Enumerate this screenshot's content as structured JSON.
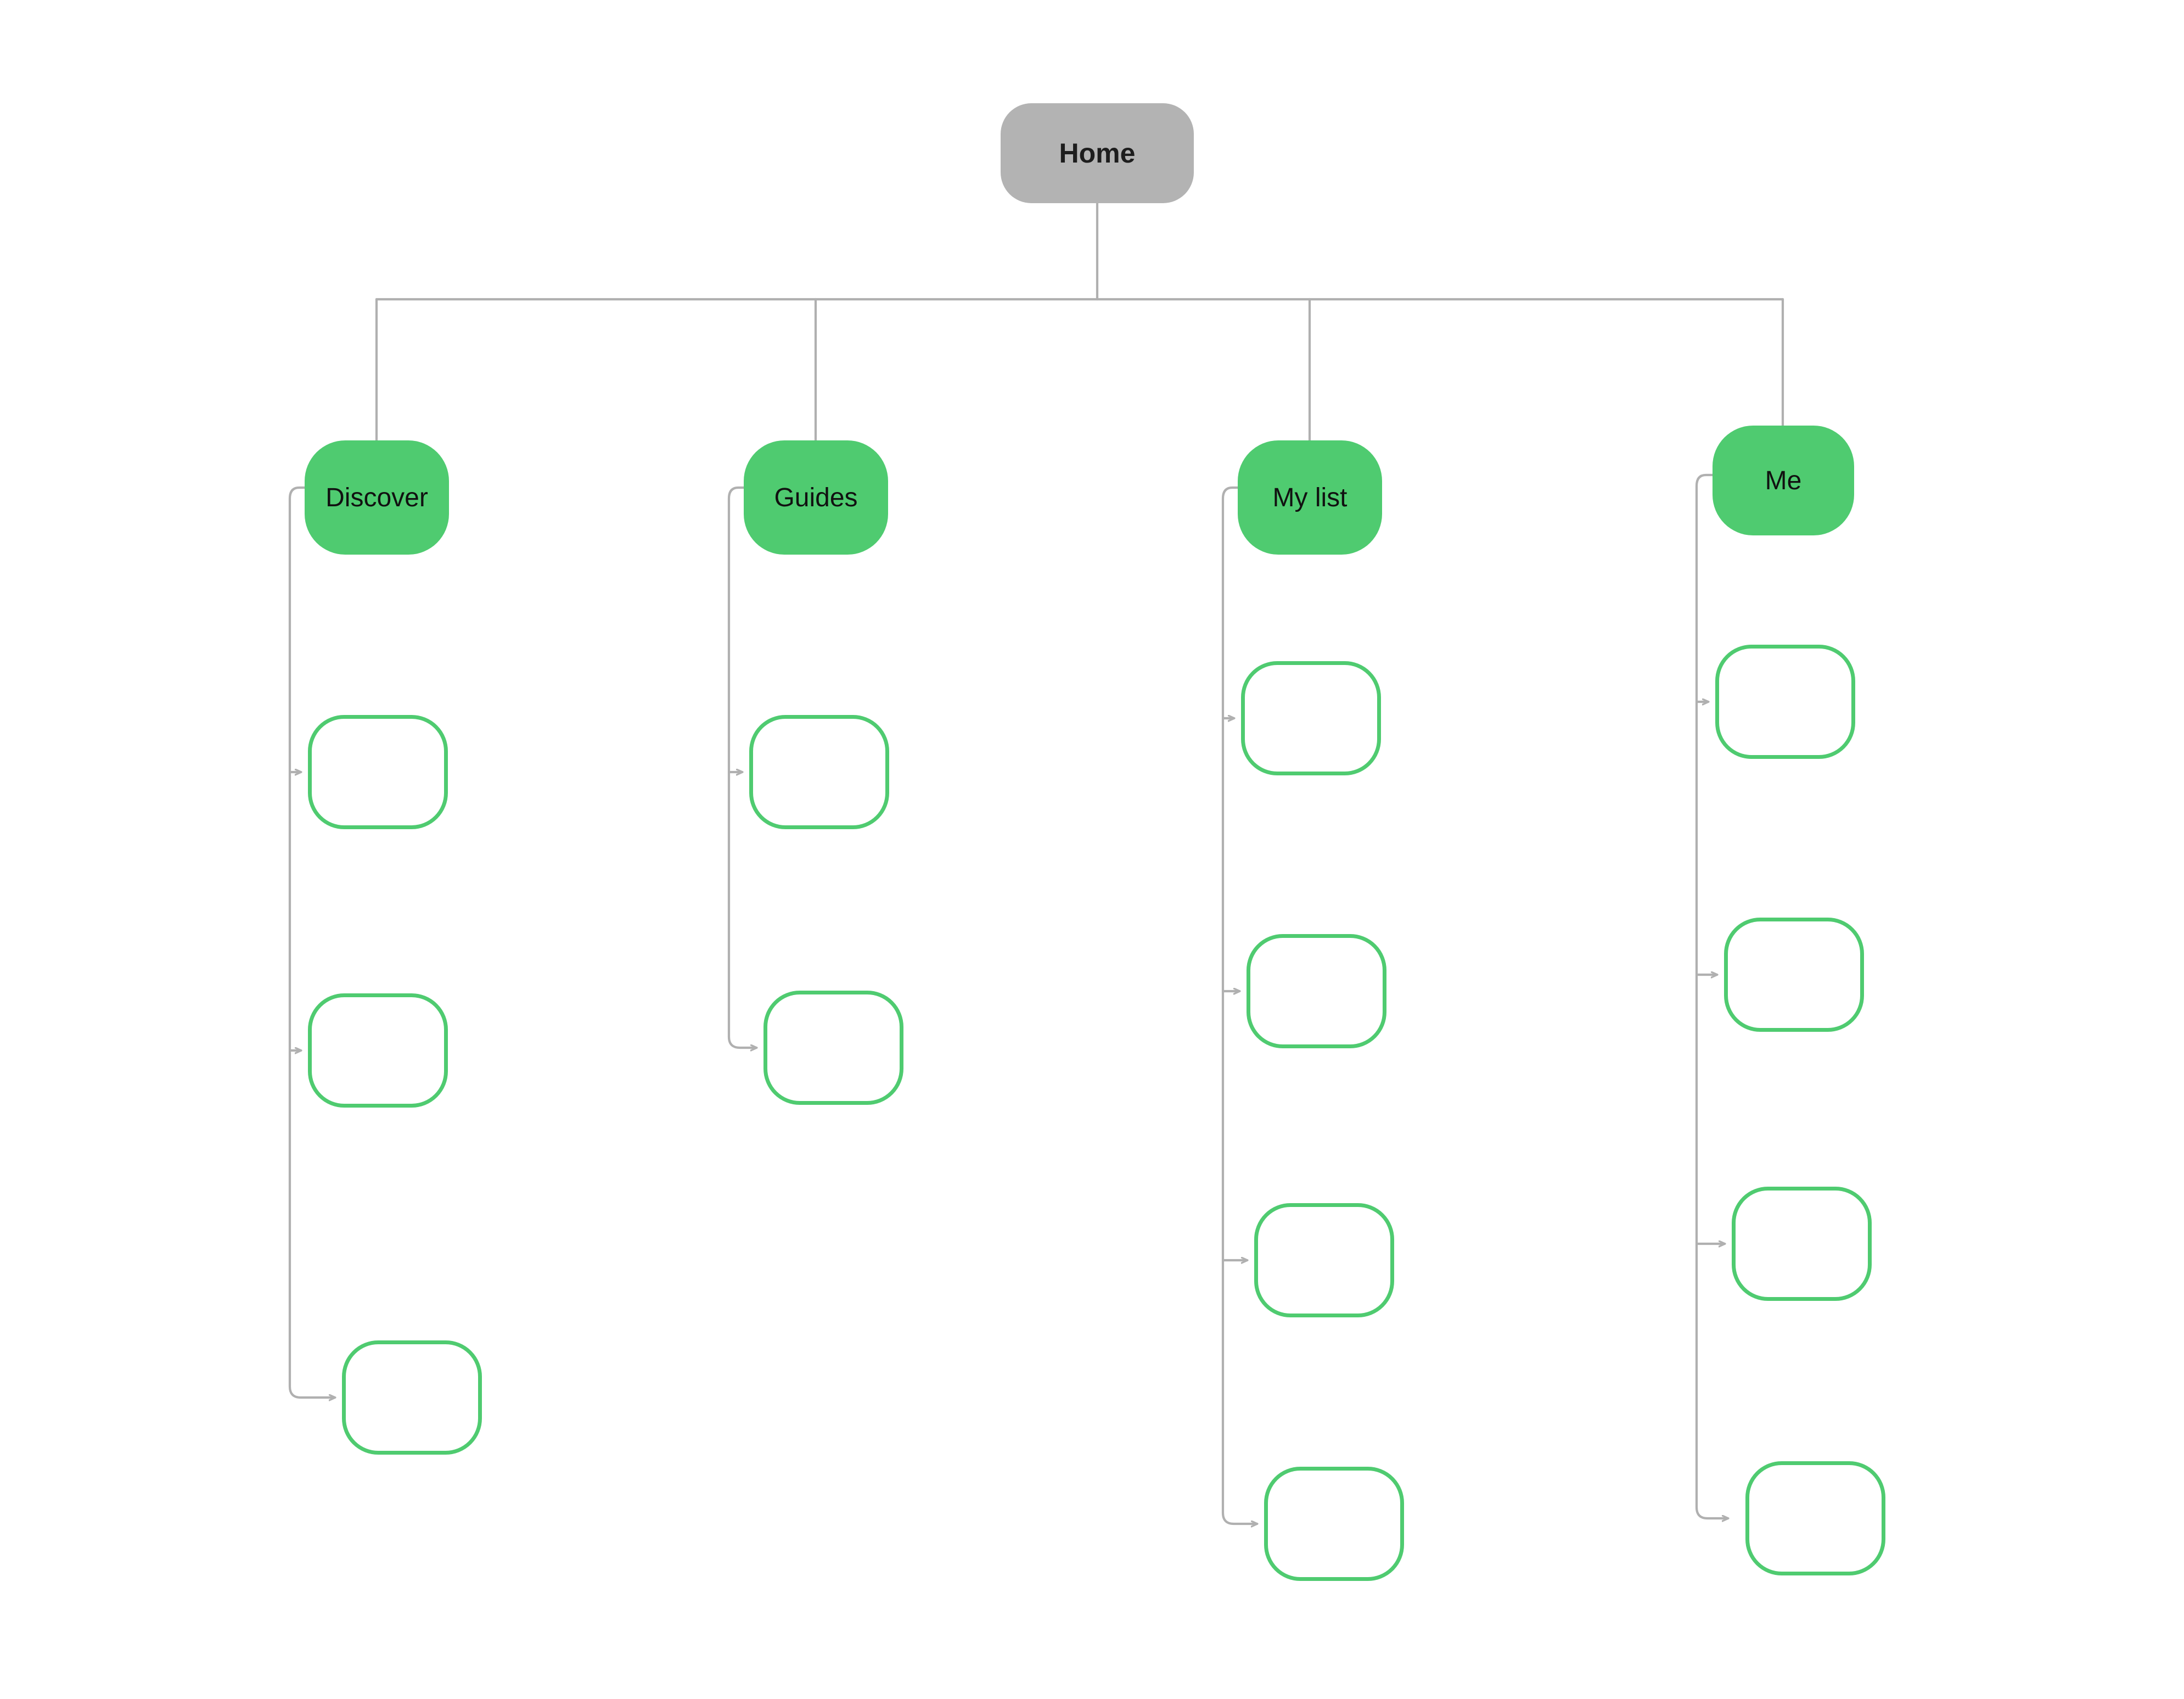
{
  "diagram": {
    "type": "sitemap-tree",
    "title": "",
    "colors": {
      "root_fill": "#b3b3b3",
      "section_fill": "#4fcb70",
      "leaf_stroke": "#4fcb70",
      "leaf_fill": "#ffffff",
      "edge_stroke": "#b0b0b0",
      "background": "#ffffff",
      "text": "#111111"
    },
    "root": {
      "label": "Home"
    },
    "sections": [
      {
        "label": "Discover",
        "children": [
          {
            "label": ""
          },
          {
            "label": ""
          },
          {
            "label": ""
          }
        ]
      },
      {
        "label": "Guides",
        "children": [
          {
            "label": ""
          },
          {
            "label": ""
          }
        ]
      },
      {
        "label": "My list",
        "children": [
          {
            "label": ""
          },
          {
            "label": ""
          },
          {
            "label": ""
          },
          {
            "label": ""
          }
        ]
      },
      {
        "label": "Me",
        "children": [
          {
            "label": ""
          },
          {
            "label": ""
          },
          {
            "label": ""
          },
          {
            "label": ""
          }
        ]
      }
    ]
  }
}
